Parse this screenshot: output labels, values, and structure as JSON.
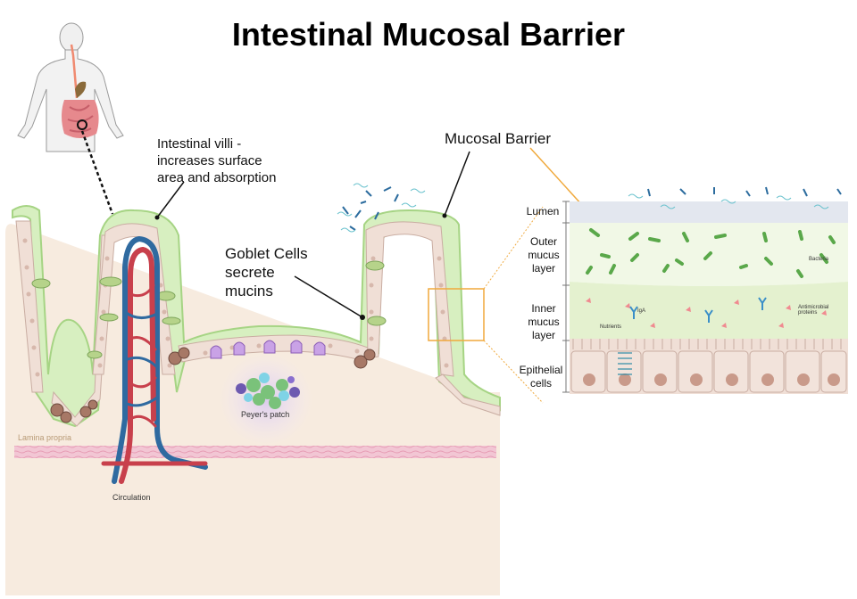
{
  "title": "Intestinal Mucosal Barrier",
  "labels": {
    "villi": [
      "Intestinal villi -",
      "increases surface",
      "area and absorption"
    ],
    "mucosal_barrier": "Mucosal Barrier",
    "goblet": [
      "Goblet Cells",
      "secrete",
      "mucins"
    ],
    "peyers_patch": "Peyer's patch",
    "lamina_propria": "Lamina propria",
    "circulation": "Circulation"
  },
  "inset": {
    "layers": {
      "lumen": "Lumen",
      "outer": [
        "Outer",
        "mucus",
        "layer"
      ],
      "inner": [
        "Inner",
        "mucus",
        "layer"
      ],
      "epithelial": [
        "Epithelial",
        "cells"
      ]
    },
    "annotations": {
      "bacteria": "Bacteria",
      "iga": "IgA",
      "nutrients": "Nutrients",
      "antimicrobial": [
        "Antimicrobial",
        "proteins"
      ]
    }
  },
  "colors": {
    "tissue": "#f7ebdf",
    "mucus_green": "#d7efc0",
    "mucus_border": "#a6d484",
    "cell": "#f0dfd6",
    "artery": "#c8404c",
    "vein": "#2f6aa0",
    "orange": "#f0a93c",
    "lumen": "#e3e7ef",
    "outer_mucus": "#f1f8e6",
    "inner_mucus": "#e4f1cf"
  }
}
